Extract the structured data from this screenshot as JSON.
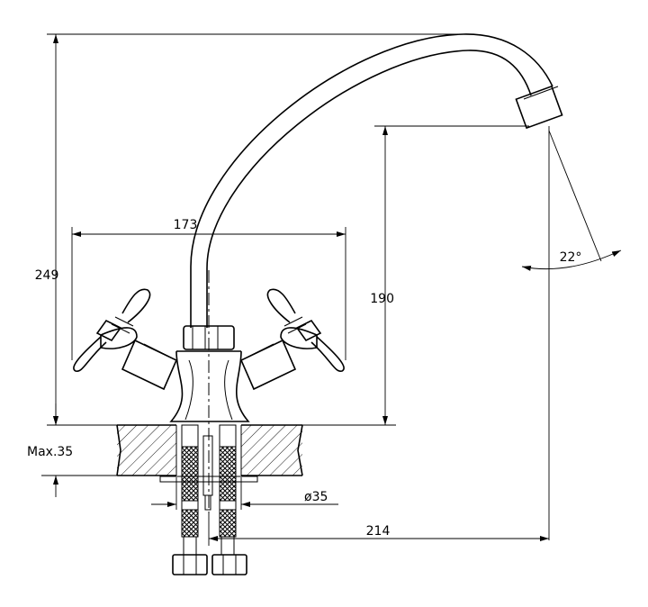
{
  "drawing": {
    "dimensions": {
      "height_total": "249",
      "handle_span": "173",
      "spout_clearance": "190",
      "max_thickness": "Max.35",
      "hole_diameter": "ø35",
      "spout_reach": "214",
      "swivel_angle": "22°"
    },
    "colors": {
      "line": "#000000",
      "background": "#ffffff"
    }
  }
}
